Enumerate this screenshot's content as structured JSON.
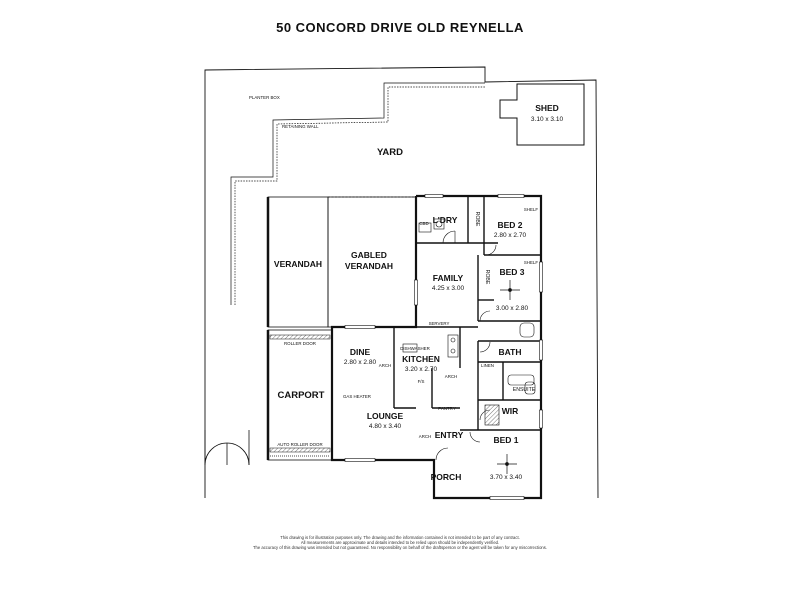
{
  "title": "50 CONCORD DRIVE OLD REYNELLA",
  "disclaimer": {
    "line1": "This drawing is for illustration purposes only. The drawing and the information contained is not intended to be part of any contract.",
    "line2": "All measurements are approximate and details intended to be relied upon should be independently verified.",
    "line3": "The accuracy of this drawing was intended but not guaranteed. No responsibility on behalf of the draftsperson or the agent will be taken for any miscorrections."
  },
  "labels": {
    "planter_box": "PLANTER BOX",
    "retaining_wall": "RETAINING WALL",
    "yard": "YARD",
    "shed": "SHED",
    "shed_dim": "3.10 x 3.10",
    "verandah": "VERANDAH",
    "gabled_1": "GABLED",
    "gabled_2": "VERANDAH",
    "laundry": "L'DRY",
    "cbd": "CBD",
    "robe_1": "ROBE",
    "robe_2": "ROBE",
    "bed2": "BED 2",
    "bed2_dim": "2.80 x 2.70",
    "shelf_1": "SHELF",
    "shelf_2": "SHELF",
    "bed3": "BED 3",
    "bed3_dim": "3.00 x 2.80",
    "family": "FAMILY",
    "family_dim": "4.25 x 3.00",
    "servery": "SERVERY",
    "roller_door": "ROLLER DOOR",
    "dine": "DINE",
    "dine_dim": "2.80 x 2.80",
    "dishwasher": "DISHWASHER",
    "kitchen": "KITCHEN",
    "kitchen_dim": "3.20 x 2.70",
    "arch_1": "ARCH",
    "arch_2": "ARCH",
    "arch_3": "ARCH",
    "fs": "F/S",
    "linen": "LINEN",
    "bath": "BATH",
    "ensuite": "ENSUITE",
    "carport": "CARPORT",
    "gas_heater": "GAS HEATER",
    "pantry": "PANTRY",
    "wir": "WIR",
    "lounge": "LOUNGE",
    "lounge_dim": "4.80 x 3.40",
    "entry": "ENTRY",
    "bed1": "BED 1",
    "bed1_dim": "3.70 x 3.40",
    "auto_roller_door": "AUTO ROLLER DOOR",
    "porch": "PORCH"
  },
  "colors": {
    "ink": "#111111",
    "paper": "#ffffff",
    "hatch": "#555555"
  }
}
